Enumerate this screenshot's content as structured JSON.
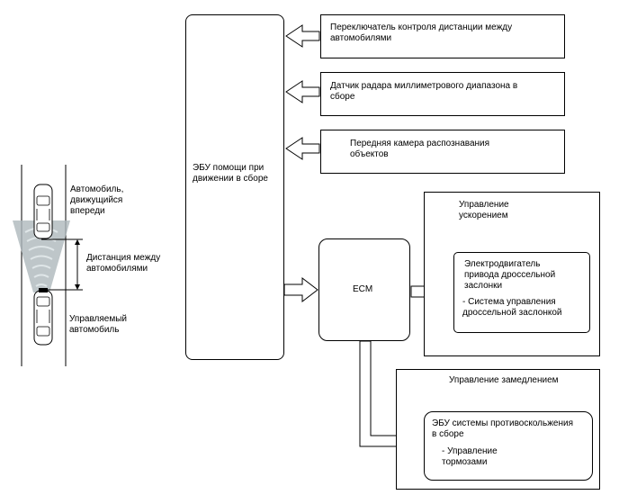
{
  "scene": {
    "lead_vehicle_label": "Автомобиль,\nдвижущийся\nвпереди",
    "distance_label": "Дистанция между\nавтомобилями",
    "own_vehicle_label": "Управляемый\nавтомобиль"
  },
  "blocks": {
    "ecu_assist": "ЭБУ помощи при\nдвижении в сборе",
    "distance_switch": "Переключатель контроля дистанции между\nавтомобилями",
    "radar_sensor": "Датчик радара миллиметрового диапазона в\nсборе",
    "front_camera": "Передняя камера распознавания\nобъектов",
    "ecm": "ECM",
    "accel_group_title": "Управление\nускорением",
    "throttle_motor": "Электродвигатель\nпривода дроссельной\nзаслонки",
    "throttle_system": "- Система управления\nдроссельной заслонкой",
    "decel_group_title": "Управление замедлением",
    "collision_ecu": "ЭБУ системы противоскольжения\nв сборе",
    "brake_control": "- Управление\nтормозами"
  },
  "colors": {
    "line": "#000000",
    "radar_beam": "#aeb8bb",
    "car_body": "#ffffff"
  }
}
